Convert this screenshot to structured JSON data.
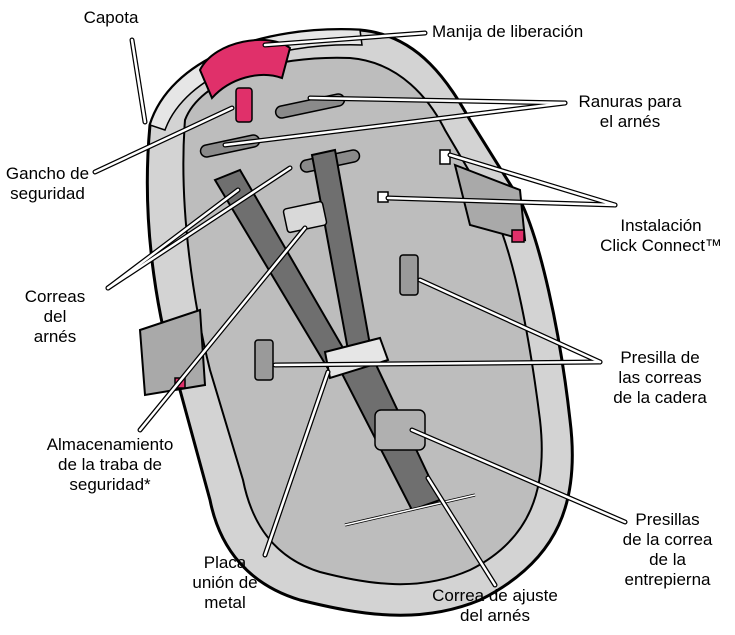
{
  "diagram": {
    "colors": {
      "shell_outer": "#cfcfcf",
      "shell_inner": "#bdbdbd",
      "strap": "#6f6f6f",
      "handle": "#e0306a",
      "outline": "#000000",
      "leader": "#ffffff"
    },
    "labels": {
      "capota": "Capota",
      "manija": "Manija de liberación",
      "ranuras_1": "Ranuras para",
      "ranuras_2": "el arnés",
      "gancho_1": "Gancho de",
      "gancho_2": "seguridad",
      "instalacion_1": "Instalación",
      "instalacion_2": "Click Connect™",
      "correas_1": "Correas",
      "correas_2": "del",
      "correas_3": "arnés",
      "presilla_1": "Presilla de",
      "presilla_2": "las correas",
      "presilla_3": "de la cadera",
      "almacen_1": "Almacenamiento",
      "almacen_2": "de la traba de",
      "almacen_3": "seguridad*",
      "presillas_1": "Presillas",
      "presillas_2": "de la correa",
      "presillas_3": "de la",
      "presillas_4": "entrepierna",
      "placa_1": "Placa",
      "placa_2": "unión de",
      "placa_3": "metal",
      "ajuste_1": "Correa de ajuste",
      "ajuste_2": "del arnés"
    }
  }
}
